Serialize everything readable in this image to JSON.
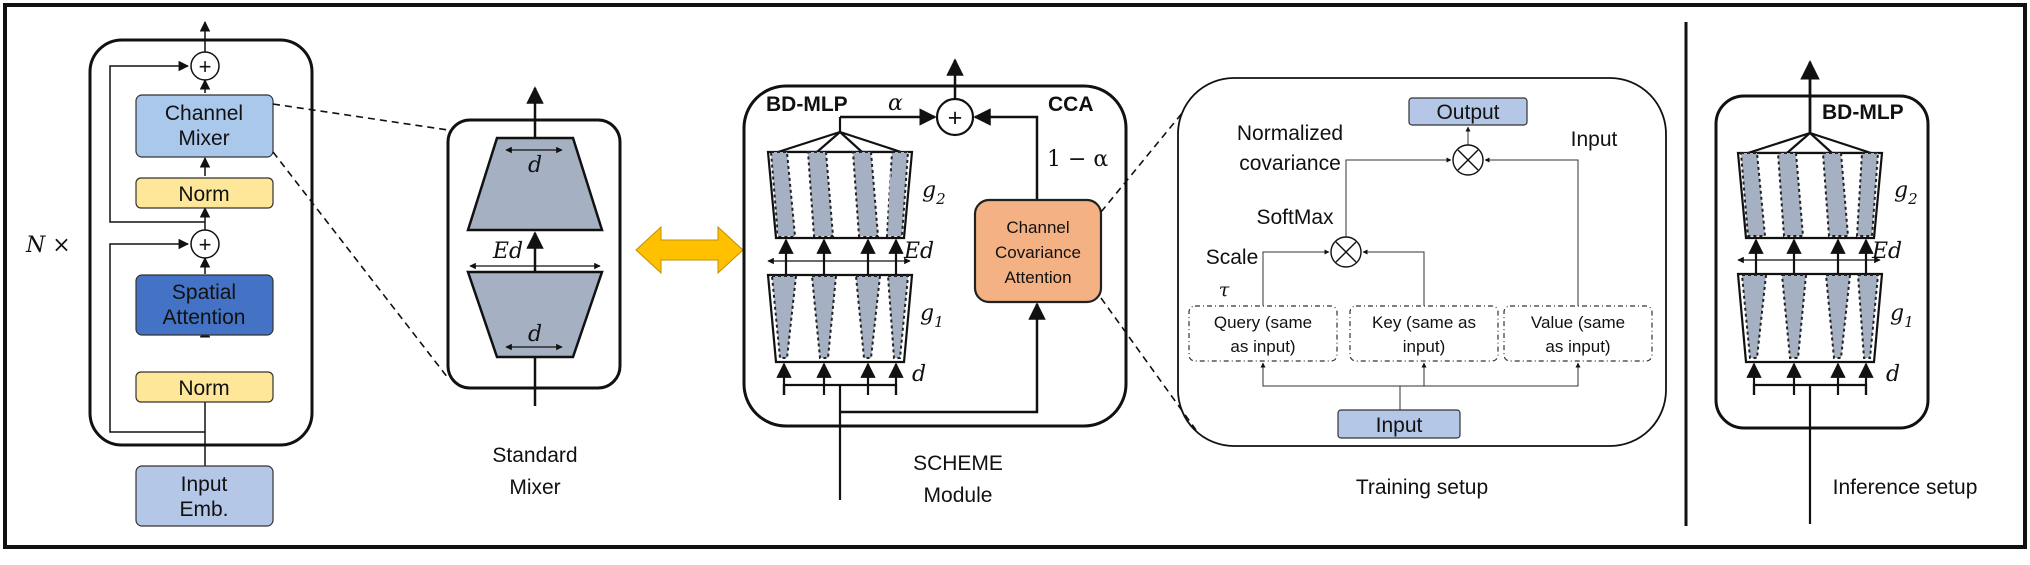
{
  "colors": {
    "channel_mixer": "#aac8ec",
    "norm": "#ffe79a",
    "spatial_attention": "#4472c4",
    "input_emb": "#b4c7e7",
    "trapezoid": "#a5b1c2",
    "cca": "#f4b183",
    "cca_border": "#c55a11",
    "output_box": "#b4c7e7",
    "arrow_yellow": "#ffc000"
  },
  "block": {
    "repeat_label": "N ×",
    "plus": "+",
    "channel_mixer": [
      "Channel",
      "Mixer"
    ],
    "norm_top": "Norm",
    "spatial_attention": [
      "Spatial",
      "Attention"
    ],
    "norm_bottom": "Norm",
    "input_emb": [
      "Input",
      "Emb."
    ]
  },
  "standard_mixer": {
    "d_top": "d",
    "ed": "Ed",
    "d_bottom": "d",
    "caption": [
      "Standard",
      "Mixer"
    ]
  },
  "scheme": {
    "bd_mlp": "BD-MLP",
    "alpha": "α",
    "plus": "+",
    "cca": "CCA",
    "one_minus_alpha": "1 − α",
    "g2": "g",
    "g2_sub": "2",
    "ed": "Ed",
    "g1": "g",
    "g1_sub": "1",
    "d": "d",
    "cca_box": [
      "Channel",
      "Covariance",
      "Attention"
    ],
    "caption": [
      "SCHEME",
      "Module"
    ]
  },
  "training": {
    "output": "Output",
    "normalized_covariance": [
      "Normalized",
      "covariance"
    ],
    "input_label": "Input",
    "softmax": "SoftMax",
    "scale": "Scale",
    "tau": "τ",
    "query": [
      "Query (same",
      "as input)"
    ],
    "key": [
      "Key (same as",
      "input)"
    ],
    "value": [
      "Value (same",
      "as input)"
    ],
    "input_box": "Input",
    "caption": "Training setup"
  },
  "inference": {
    "bd_mlp": "BD-MLP",
    "g2": "g",
    "g2_sub": "2",
    "ed": "Ed",
    "g1": "g",
    "g1_sub": "1",
    "d": "d",
    "caption": "Inference setup"
  }
}
